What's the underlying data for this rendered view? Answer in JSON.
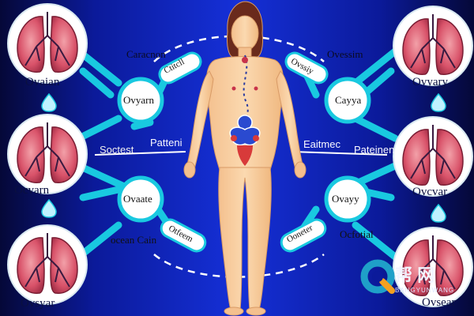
{
  "colors": {
    "background": "#1530d8",
    "background_edge": "#050838",
    "connector": "#19c9e0",
    "skin": "#f7cfa0",
    "organ": "#d9536a",
    "circle_fill": "#ffffff",
    "pill_fill": "#ffffff"
  },
  "left_organs": [
    {
      "label": "Ovaian",
      "icon": "lungs-icon"
    },
    {
      "label": "Ocvarn",
      "icon": "lungs-icon"
    },
    {
      "label": "Ovsyar",
      "icon": "lungs-icon"
    }
  ],
  "right_organs": [
    {
      "label": "Ovyary",
      "icon": "lungs-icon"
    },
    {
      "label": "Ovcvar",
      "icon": "lungs-icon"
    },
    {
      "label": "Ovsear",
      "icon": "lungs-icon"
    }
  ],
  "left_circles": [
    "Ovyarn",
    "Ovaate"
  ],
  "right_circles": [
    "Cayya",
    "Ovayy"
  ],
  "left_pills": [
    "Ctitcll",
    "Otfeem"
  ],
  "right_pills": [
    "Ovssiy",
    "Ooneter"
  ],
  "left_texts": {
    "top": "Caracnon",
    "middle": "Soctest",
    "patient": "Patteni",
    "bottom": "ocean Cain"
  },
  "right_texts": {
    "top": "Ovessim",
    "middle": "Eaitmec",
    "patient": "Pateinen",
    "bottom": "Ocfotial"
  },
  "watermark": {
    "title": "帮 网",
    "subtitle": "BANGYUNWANG",
    "icon": "q-logo-icon"
  }
}
